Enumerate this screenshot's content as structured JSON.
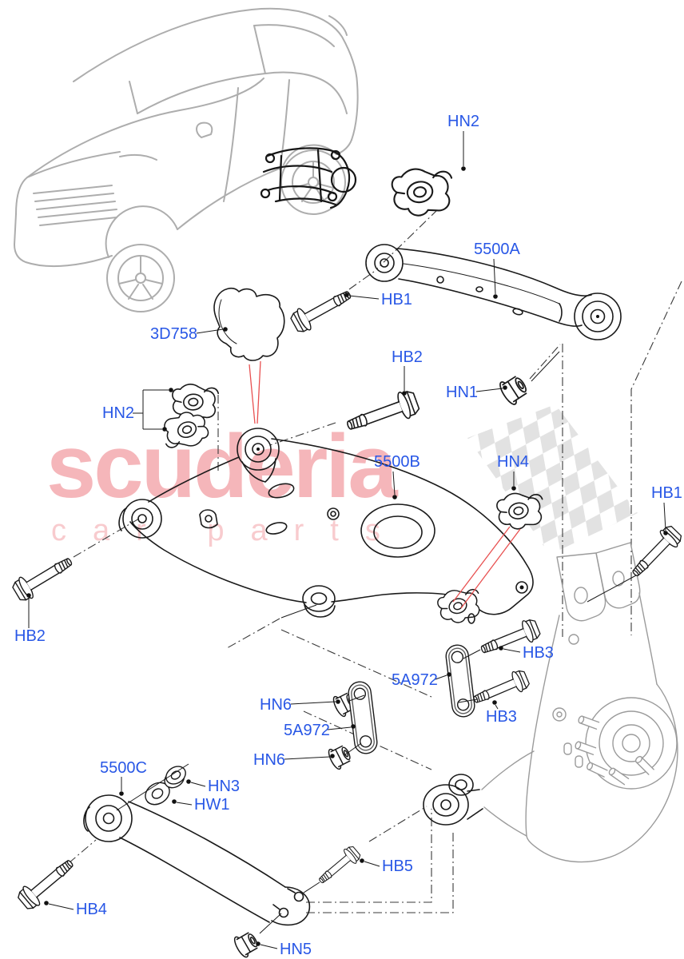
{
  "watermark": {
    "brand": "scuderia",
    "subtitle": "car parts"
  },
  "colors": {
    "label_blue": "#2857E6",
    "leader_red": "#E85050",
    "watermark_pink": "#F5B6BA",
    "checker_gray": "#CBCBCB",
    "car_gray": "#ADADAD",
    "knuckle_gray": "#9B9B9B",
    "line_black": "#1A1A1A"
  },
  "labels": [
    {
      "id": "hn2-top",
      "text": "HN2"
    },
    {
      "id": "5500a",
      "text": "5500A"
    },
    {
      "id": "hb1-left",
      "text": "HB1"
    },
    {
      "id": "hb2-top",
      "text": "HB2"
    },
    {
      "id": "hn1",
      "text": "HN1"
    },
    {
      "id": "3d758",
      "text": "3D758"
    },
    {
      "id": "hn2-left",
      "text": "HN2"
    },
    {
      "id": "5500b",
      "text": "5500B"
    },
    {
      "id": "hn4",
      "text": "HN4"
    },
    {
      "id": "hb1-right",
      "text": "HB1"
    },
    {
      "id": "hb2-left",
      "text": "HB2"
    },
    {
      "id": "hb3-upper",
      "text": "HB3"
    },
    {
      "id": "5a972-right",
      "text": "5A972"
    },
    {
      "id": "hn6-upper",
      "text": "HN6"
    },
    {
      "id": "hb3-lower",
      "text": "HB3"
    },
    {
      "id": "5a972-left",
      "text": "5A972"
    },
    {
      "id": "hn6-lower",
      "text": "HN6"
    },
    {
      "id": "5500c",
      "text": "5500C"
    },
    {
      "id": "hn3",
      "text": "HN3"
    },
    {
      "id": "hw1",
      "text": "HW1"
    },
    {
      "id": "hb4",
      "text": "HB4"
    },
    {
      "id": "hb5",
      "text": "HB5"
    },
    {
      "id": "hn5",
      "text": "HN5"
    }
  ]
}
